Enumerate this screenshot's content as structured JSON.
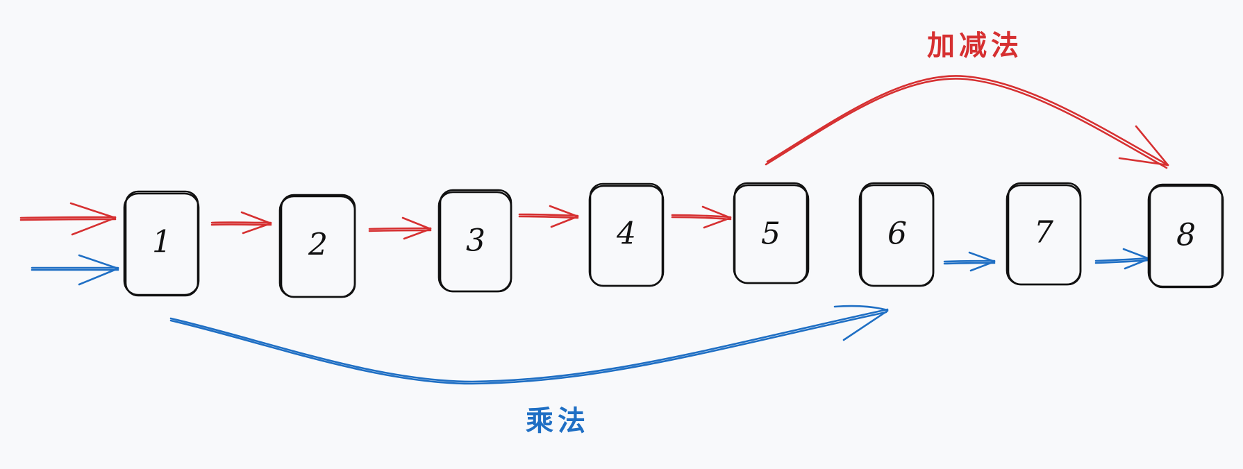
{
  "nodes": [
    {
      "label": "1"
    },
    {
      "label": "2"
    },
    {
      "label": "3"
    },
    {
      "label": "4"
    },
    {
      "label": "5"
    },
    {
      "label": "6"
    },
    {
      "label": "7"
    },
    {
      "label": "8"
    }
  ],
  "paths": {
    "add_sub": {
      "label": "加减法",
      "color": "#d63031"
    },
    "multiply": {
      "label": "乘法",
      "color": "#1f6fc4"
    }
  },
  "colors": {
    "background": "#f8f9fb",
    "node_stroke": "#111111",
    "node_fill": "#f8f9fb"
  }
}
